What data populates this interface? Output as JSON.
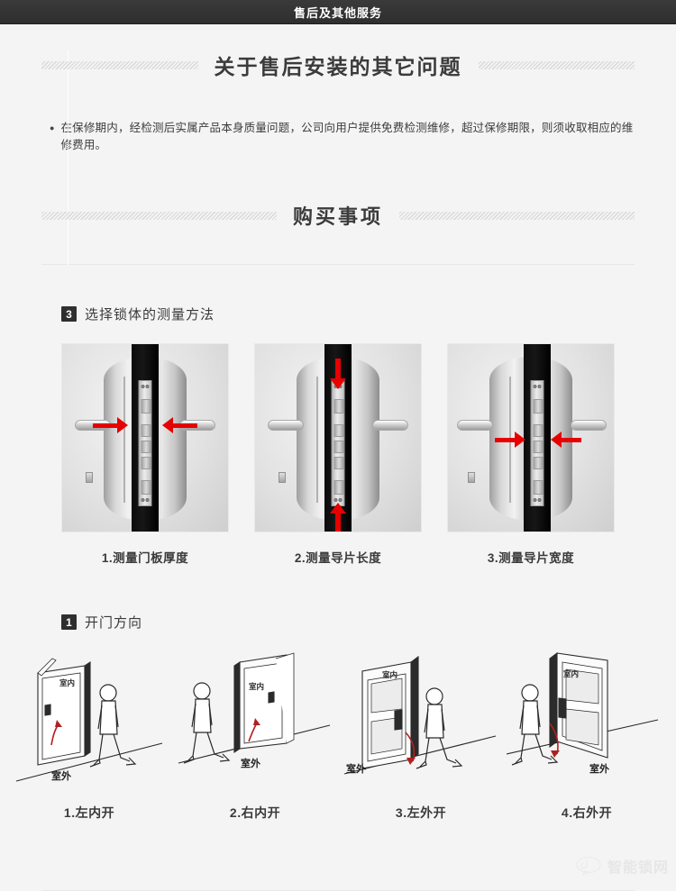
{
  "topbar": {
    "title": "售后及其他服务"
  },
  "sections": [
    {
      "title": "关于售后安装的其它问题"
    },
    {
      "title": "购买事项"
    }
  ],
  "warranty": {
    "bullet": "●",
    "text": "在保修期内，经检测后实属产品本身质量问题，公司向用户提供免费检测维修，超过保修期限，则须收取相应的维修费用。"
  },
  "lock_section": {
    "number": "3",
    "label": "选择锁体的测量方法",
    "items": [
      {
        "caption": "1.测量门板厚度",
        "arrows": "horizontal-inward"
      },
      {
        "caption": "2.测量导片长度",
        "arrows": "vertical-inward"
      },
      {
        "caption": "3.测量导片宽度",
        "arrows": "horizontal-inward-narrow"
      }
    ]
  },
  "door_section": {
    "number": "1",
    "label": "开门方向",
    "labels": {
      "indoor": "室内",
      "outdoor": "室外"
    },
    "items": [
      {
        "caption": "1.左内开"
      },
      {
        "caption": "2.右内开"
      },
      {
        "caption": "3.左外开"
      },
      {
        "caption": "4.右外开"
      }
    ]
  },
  "watermark": {
    "text": "智能锁网"
  },
  "colors": {
    "topbar_bg": "#333333",
    "page_bg": "#f4f4f4",
    "accent_red": "#e60000",
    "text": "#3a3a3a",
    "badge_bg": "#2f2f2f"
  }
}
